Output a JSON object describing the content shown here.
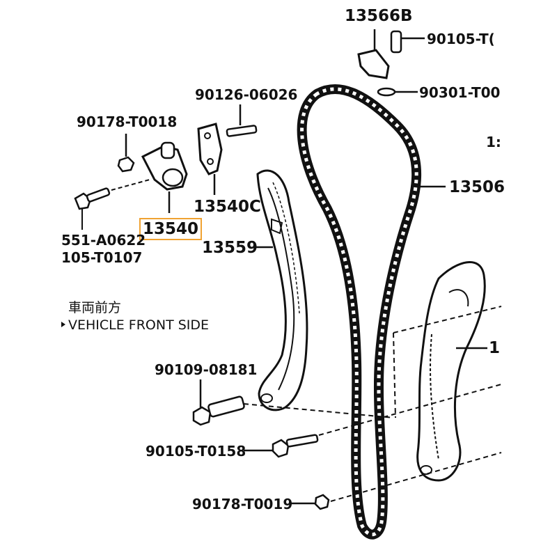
{
  "labels": {
    "p13566b": "13566B",
    "p90105_t_top": "90105-T(",
    "p90301_t00": "90301-T00",
    "p90126": "90126-06026",
    "p90178_t0018": "90178-T0018",
    "p1_partial": "1:",
    "p13506": "13506",
    "p13540c": "13540C",
    "p13540": "13540",
    "p13559": "13559",
    "p551_a0622": "551-A0622",
    "p105_t0107": "105-T0107",
    "p90109": "90109-08181",
    "p1_right": "1",
    "p90105_t0158": "90105-T0158",
    "p90178_t0019": "90178-T0019"
  },
  "note": {
    "jp": "車両前方",
    "en": "VEHICLE FRONT SIDE"
  },
  "colors": {
    "ink": "#111111",
    "highlight": "#f0a232",
    "background": "#ffffff"
  }
}
